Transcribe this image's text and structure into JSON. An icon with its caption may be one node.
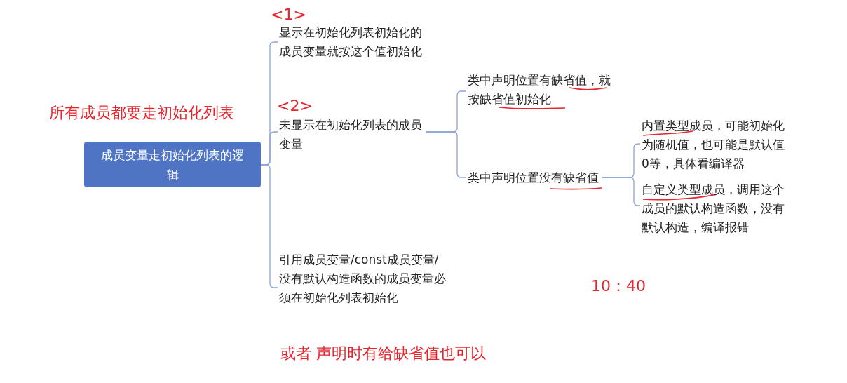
{
  "diagram": {
    "nodes": [
      {
        "text": [
          "成员变量走初始化列表的逻辑"
        ]
      },
      {
        "text": [
          "显示在初始化列表初始化的成员变量就按这个值初始化"
        ],
        "beside": [
          "<1>"
        ]
      },
      {
        "text": [
          "未显示在初始化列表的成员变量"
        ],
        "beside": [
          "<2>"
        ]
      },
      {
        "text": [
          "引用成员变量/const成员变量/没有默认构造函数的成员变量必须在初始化列表初始化"
        ]
      },
      {
        "text": [
          "类中声明位置有缺省值，就按缺省值初始化"
        ]
      },
      {
        "text": [
          "类中声明位置没有缺省值"
        ]
      },
      {
        "text": [
          "内置类型成员，可能初始化为随机值，也可能是默认值0等，具体看编译器"
        ]
      },
      {
        "text": [
          "自定义类型成员，调用这个成员的默认构造函数，没有默认构造，编译报错"
        ]
      }
    ],
    "edges": [
      {
        "from": 0,
        "to": 1,
        "arrow": "none"
      },
      {
        "from": 0,
        "to": 2,
        "arrow": "none"
      },
      {
        "from": 0,
        "to": 3,
        "arrow": "none"
      },
      {
        "from": 2,
        "to": 4,
        "arrow": "none"
      },
      {
        "from": 2,
        "to": 5,
        "arrow": "none"
      },
      {
        "from": 5,
        "to": 6,
        "arrow": "none"
      },
      {
        "from": 5,
        "to": 7,
        "arrow": "none"
      }
    ],
    "labels": [
      "所有成员都要走初始化列表",
      "10：40",
      "或者 声明时有给缺省值也可以"
    ]
  }
}
